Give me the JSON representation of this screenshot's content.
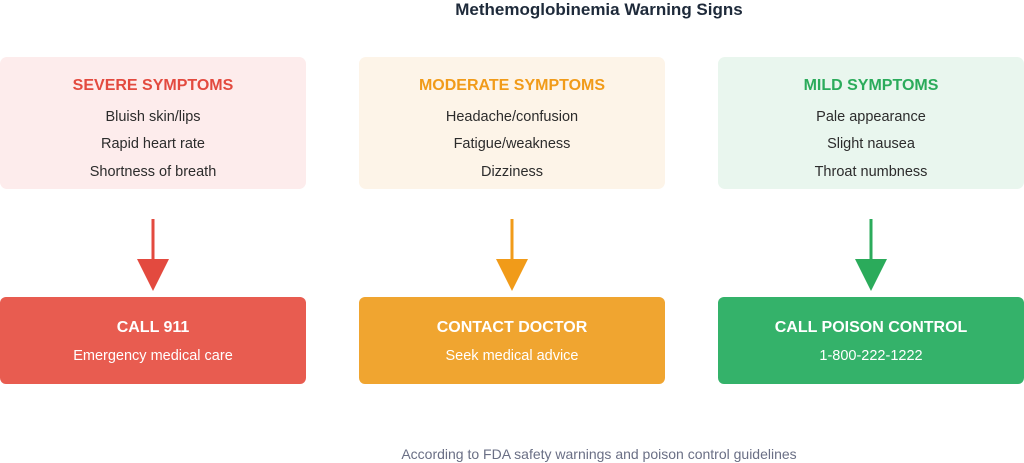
{
  "title": "Methemoglobinemia Warning Signs",
  "columns": [
    {
      "heading": "SEVERE SYMPTOMS",
      "symptoms": [
        "Bluish skin/lips",
        "Rapid heart rate",
        "Shortness of breath"
      ],
      "action_title": "CALL 911",
      "action_subtitle": "Emergency medical care",
      "colors": {
        "box_bg": "#fdecec",
        "heading": "#e34a3f",
        "arrow": "#e34a3f",
        "action_bg": "#e85c50"
      }
    },
    {
      "heading": "MODERATE SYMPTOMS",
      "symptoms": [
        "Headache/confusion",
        "Fatigue/weakness",
        "Dizziness"
      ],
      "action_title": "CONTACT DOCTOR",
      "action_subtitle": "Seek medical advice",
      "colors": {
        "box_bg": "#fdf4e8",
        "heading": "#f19b19",
        "arrow": "#f19b19",
        "action_bg": "#f0a530"
      }
    },
    {
      "heading": "MILD SYMPTOMS",
      "symptoms": [
        "Pale appearance",
        "Slight nausea",
        "Throat numbness"
      ],
      "action_title": "CALL POISON CONTROL",
      "action_subtitle": "1-800-222-1222",
      "colors": {
        "box_bg": "#e9f6ee",
        "heading": "#2bab5b",
        "arrow": "#2bab5b",
        "action_bg": "#34b26a"
      }
    }
  ],
  "footer": "According to FDA safety warnings and poison control guidelines"
}
